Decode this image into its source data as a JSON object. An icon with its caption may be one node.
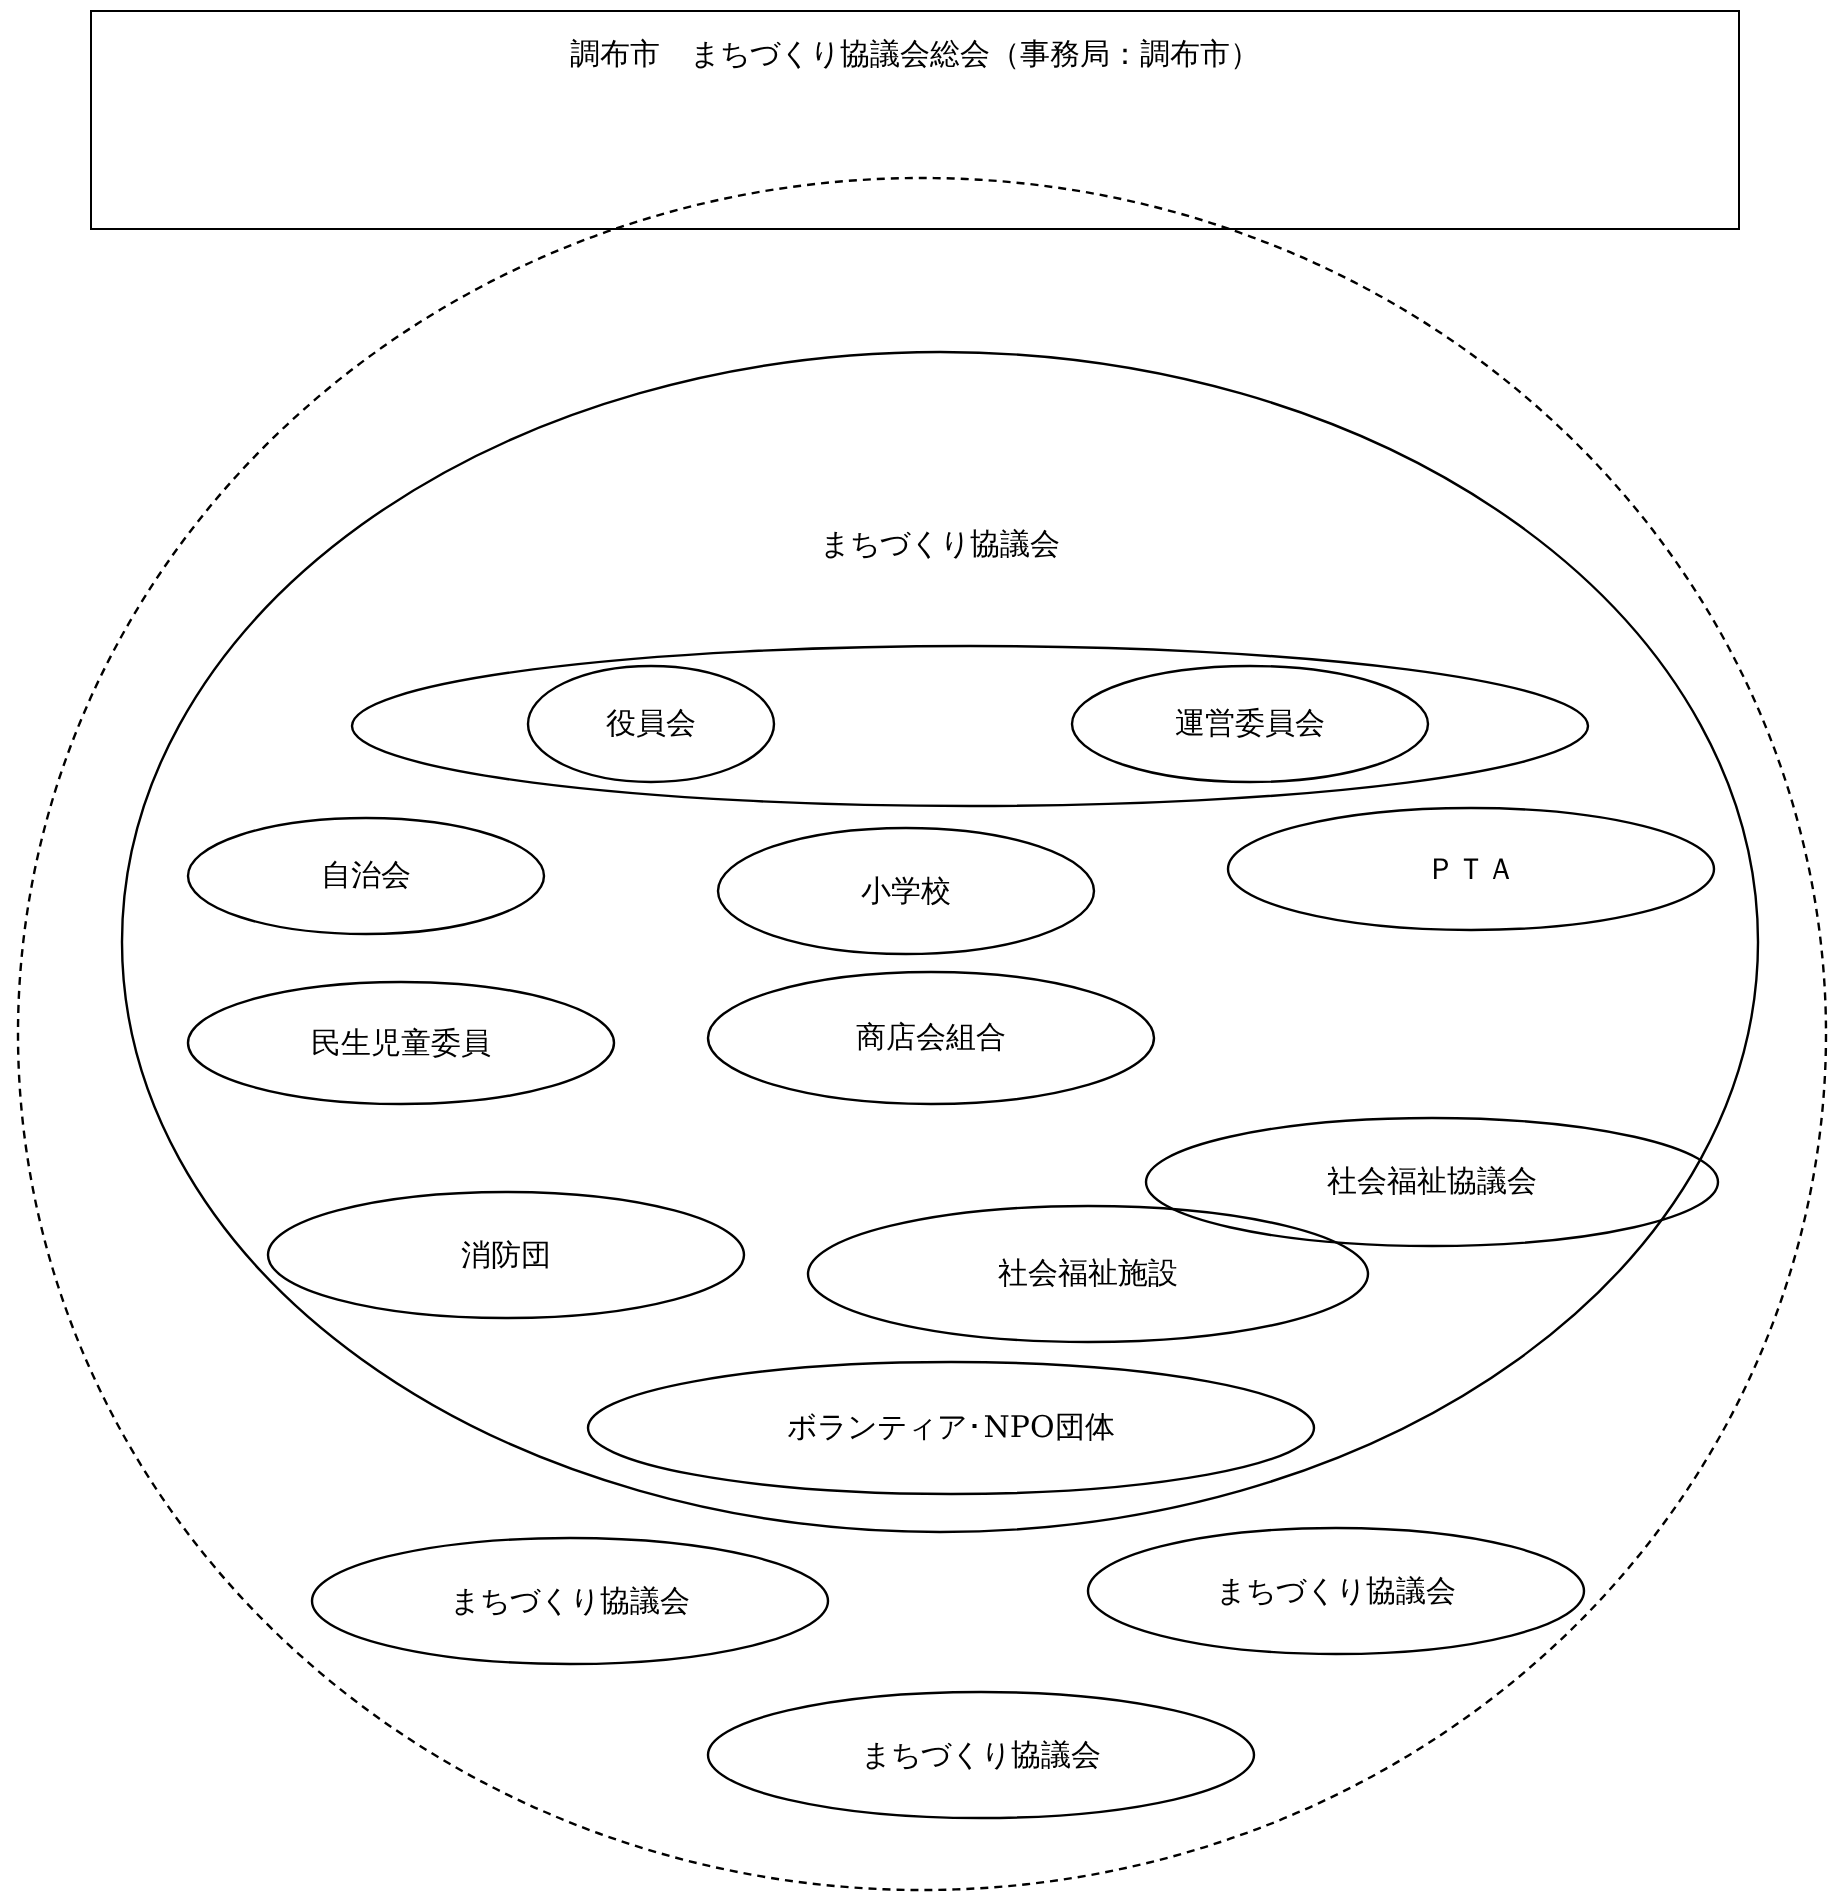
{
  "diagram": {
    "nodes": [
      {
        "text": [
          "調布市　まちづくり協議会総会（事務局：調布市）"
        ]
      },
      {
        "text": [],
        "shape": "circle"
      },
      {
        "text": [
          "まちづくり協議会"
        ],
        "in": 1
      },
      {
        "text": [],
        "shape": "ellipse",
        "in": 2
      },
      {
        "text": [
          "役員会"
        ],
        "in": 3
      },
      {
        "text": [
          "運営委員会"
        ],
        "in": 3
      },
      {
        "text": [
          "自治会"
        ],
        "in": 2
      },
      {
        "text": [
          "小学校"
        ],
        "in": 2
      },
      {
        "text": [
          "ＰＴＡ"
        ],
        "in": 2
      },
      {
        "text": [
          "民生児童委員"
        ],
        "in": 2
      },
      {
        "text": [
          "商店会組合"
        ],
        "in": 2
      },
      {
        "text": [
          "社会福祉協議会"
        ],
        "in": 2
      },
      {
        "text": [
          "消防団"
        ],
        "in": 2
      },
      {
        "text": [
          "社会福祉施設"
        ],
        "in": 2
      },
      {
        "text": [
          "ボランティア･NPO団体"
        ],
        "in": 2
      },
      {
        "text": [
          "まちづくり協議会"
        ],
        "in": 1
      },
      {
        "text": [
          "まちづくり協議会"
        ],
        "in": 1
      },
      {
        "text": [
          "まちづくり協議会"
        ],
        "in": 1
      }
    ]
  }
}
